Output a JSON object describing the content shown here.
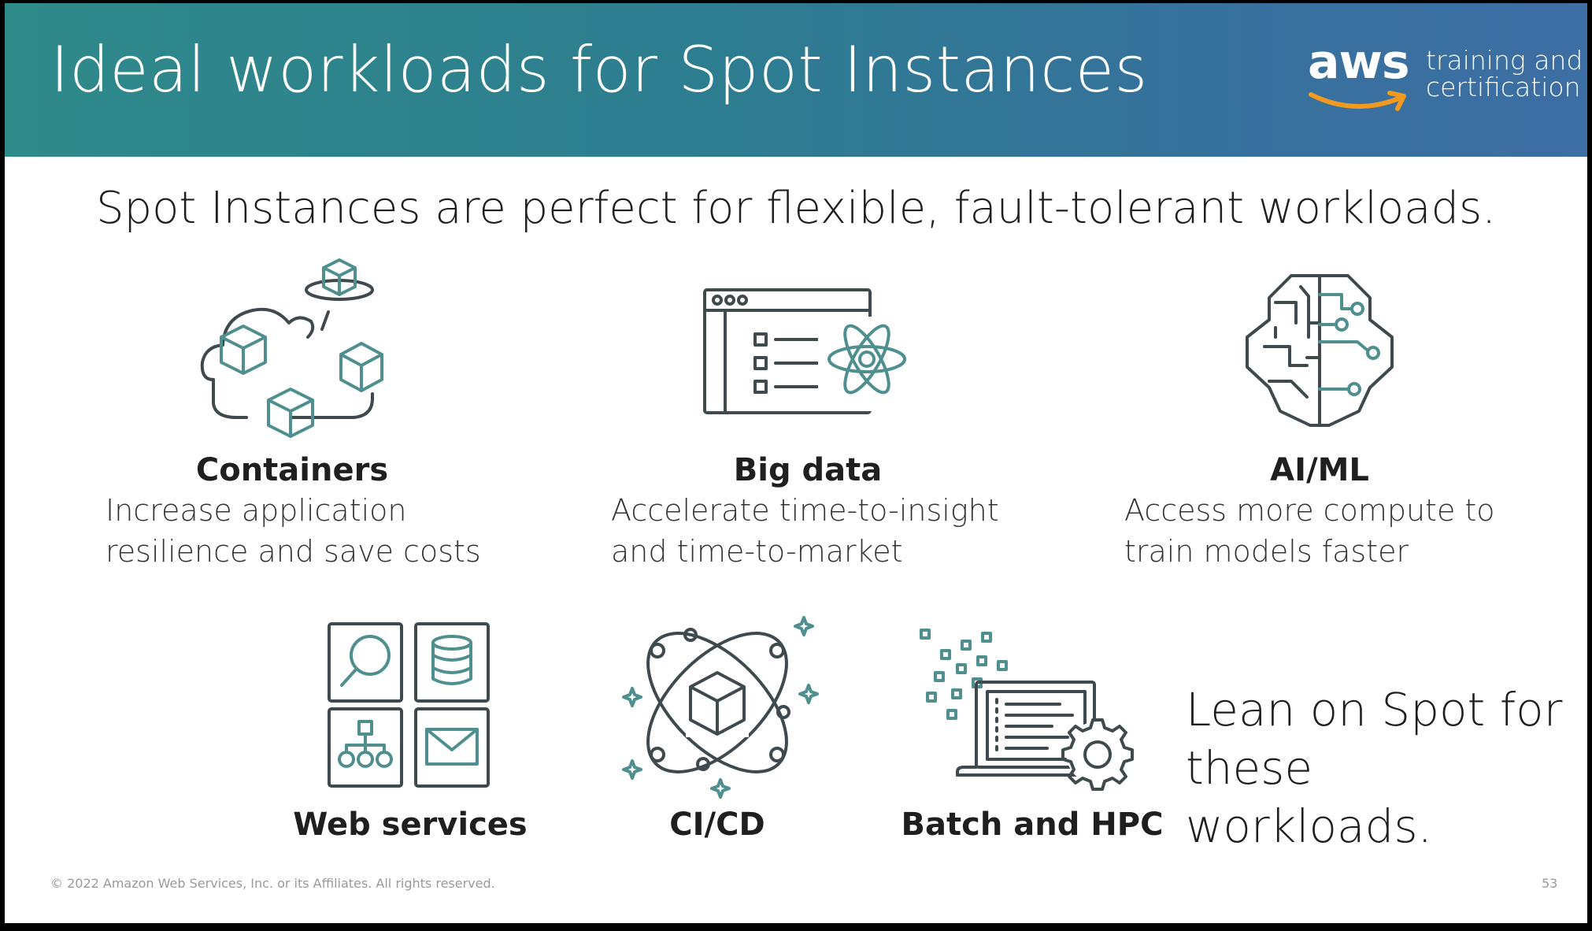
{
  "header": {
    "title": "Ideal workloads for Spot Instances",
    "logo_word": "aws",
    "logo_tagline": "training and certification",
    "colors": {
      "gradient_start": "#2f8a8a",
      "gradient_end": "#3d6ea4",
      "smile": "#f29a1f"
    }
  },
  "subtitle": "Spot Instances are perfect for flexible, fault-tolerant workloads.",
  "workloads_top": [
    {
      "icon": "containers-cloud-icon",
      "label": "Containers",
      "description": "Increase application resilience and save costs"
    },
    {
      "icon": "big-data-atom-icon",
      "label": "Big data",
      "description": "Accelerate time-to-insight and time-to-market"
    },
    {
      "icon": "ai-ml-brain-icon",
      "label": "AI/ML",
      "description": "Access more compute to train models faster"
    }
  ],
  "workloads_bottom": [
    {
      "icon": "web-services-icon",
      "label": "Web services"
    },
    {
      "icon": "ci-cd-icon",
      "label": "CI/CD"
    },
    {
      "icon": "batch-hpc-icon",
      "label": "Batch and HPC"
    }
  ],
  "callout": "Lean on Spot for these workloads.",
  "footer": {
    "copyright": "© 2022 Amazon Web Services, Inc. or its Affiliates. All rights reserved.",
    "page_number": "53"
  }
}
